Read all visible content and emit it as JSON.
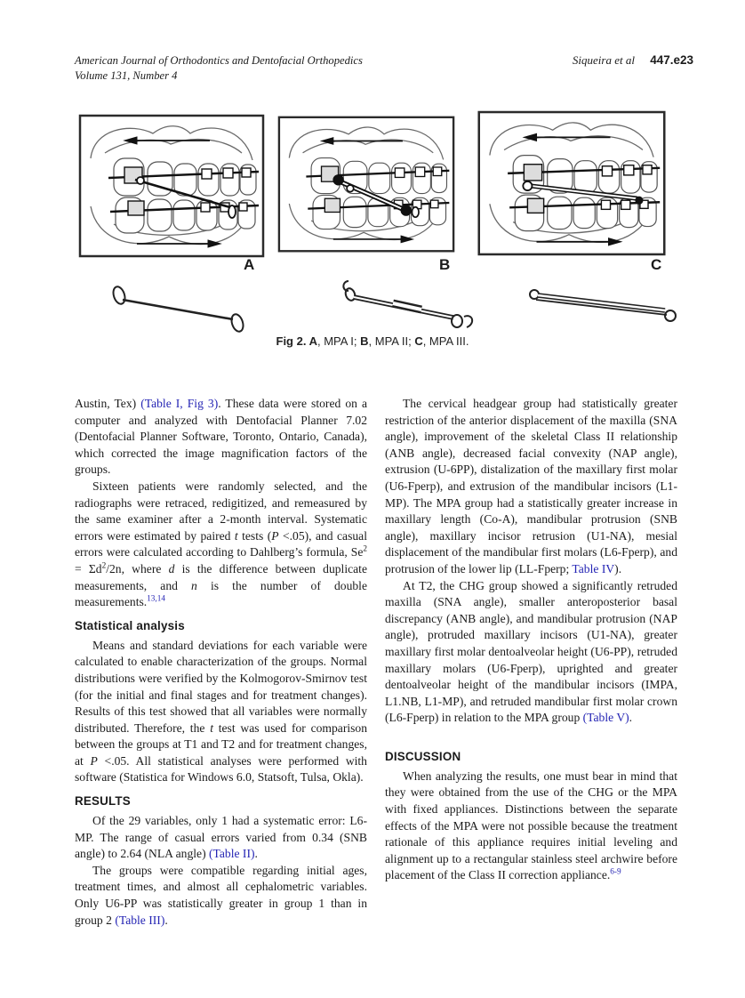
{
  "header": {
    "journal": "American Journal of Orthodontics and Dentofacial Orthopedics",
    "volume": "Volume 131, Number 4",
    "authors": "Siqueira et al",
    "page_number": "447.e23"
  },
  "figure": {
    "panels": [
      {
        "label": "A"
      },
      {
        "label": "B"
      },
      {
        "label": "C"
      }
    ],
    "appliances": [
      "mpa-i-appliance",
      "mpa-ii-appliance",
      "mpa-iii-appliance"
    ],
    "caption_segments": [
      {
        "t": "Fig 2. ",
        "s": "b"
      },
      {
        "t": "A",
        "s": "b"
      },
      {
        "t": ", MPA I; "
      },
      {
        "t": "B",
        "s": "b"
      },
      {
        "t": ", MPA II; "
      },
      {
        "t": "C",
        "s": "b"
      },
      {
        "t": ", MPA III."
      }
    ]
  },
  "colors": {
    "link": "#2424b4",
    "text": "#1b1b1b"
  },
  "article": {
    "left": {
      "p_intro": {
        "segments": [
          {
            "t": "Austin, Tex) "
          },
          {
            "t": "(Table I, Fig 3)",
            "s": "link"
          },
          {
            "t": ". These data were stored on a computer and analyzed with Dentofacial Planner 7.02 (Dentofacial Planner Software, Toronto, Ontario, Canada), which corrected the image magnification factors of the groups."
          }
        ]
      },
      "p_sixteen": {
        "segments": [
          {
            "t": "Sixteen patients were randomly selected, and the radiographs were retraced, redigitized, and remeasured by the same examiner after a 2-month interval. Systematic errors were estimated by paired "
          },
          {
            "t": "t",
            "s": "i"
          },
          {
            "t": " tests ("
          },
          {
            "t": "P",
            "s": "i"
          },
          {
            "t": " <.05), and casual errors were calculated according to Dahlberg’s formula, Se"
          },
          {
            "t": "2",
            "s": "sup"
          },
          {
            "t": " = Σd"
          },
          {
            "t": "2",
            "s": "sup"
          },
          {
            "t": "/2n, where "
          },
          {
            "t": "d",
            "s": "i"
          },
          {
            "t": " is the difference between duplicate measurements, and "
          },
          {
            "t": "n",
            "s": "i"
          },
          {
            "t": " is the number of double measurements."
          },
          {
            "t": "13,14",
            "s": "suplink"
          }
        ]
      },
      "h_statistical": "Statistical analysis",
      "p_means": {
        "segments": [
          {
            "t": "Means and standard deviations for each variable were calculated to enable characterization of the groups. Normal distributions were verified by the Kolmogorov-Smirnov test (for the initial and final stages and for treatment changes). Results of this test showed that all variables were normally distributed. Therefore, the "
          },
          {
            "t": "t",
            "s": "i"
          },
          {
            "t": " test was used for comparison between the groups at T1 and T2 and for treatment changes, at "
          },
          {
            "t": "P",
            "s": "i"
          },
          {
            "t": " <.05. All statistical analyses were performed with software (Statistica for Windows 6.0, Statsoft, Tulsa, Okla)."
          }
        ]
      },
      "h_results": "RESULTS",
      "p_results1": {
        "segments": [
          {
            "t": "Of the 29 variables, only 1 had a systematic error: L6-MP. The range of casual errors varied from 0.34 (SNB angle) to 2.64 (NLA angle) "
          },
          {
            "t": "(Table II)",
            "s": "link"
          },
          {
            "t": "."
          }
        ]
      },
      "p_results2": {
        "segments": [
          {
            "t": "The groups were compatible regarding initial ages, treatment times, and almost all cephalometric variables. Only U6-PP was statistically greater in group 1 than in group 2 "
          },
          {
            "t": "(Table III)",
            "s": "link"
          },
          {
            "t": "."
          }
        ]
      }
    },
    "right": {
      "p_cervical": {
        "segments": [
          {
            "t": "The cervical headgear group had statistically greater restriction of the anterior displacement of the maxilla (SNA angle), improvement of the skeletal Class II relationship (ANB angle), decreased facial convexity (NAP angle), extrusion (U-6PP), distalization of the maxillary first molar (U6-Fperp), and extrusion of the mandibular incisors (L1-MP). The MPA group had a statistically greater increase in maxillary length (Co-A), mandibular protrusion (SNB angle), maxillary incisor retrusion (U1-NA), mesial displacement of the mandibular first molars (L6-Fperp), and protrusion of the lower lip (LL-Fperp; "
          },
          {
            "t": "Table IV",
            "s": "link"
          },
          {
            "t": ")."
          }
        ]
      },
      "p_at_t2": {
        "segments": [
          {
            "t": "At T2, the CHG group showed a significantly retruded maxilla (SNA angle), smaller anteroposterior basal discrepancy (ANB angle), and mandibular protrusion (NAP angle), protruded maxillary incisors (U1-NA), greater maxillary first molar dentoalveolar height (U6-PP), retruded maxillary molars (U6-Fperp), uprighted and greater dentoalveolar height of the mandibular incisors (IMPA, L1.NB, L1-MP), and retruded mandibular first molar crown (L6-Fperp) in relation to the MPA group "
          },
          {
            "t": "(Table V)",
            "s": "link"
          },
          {
            "t": "."
          }
        ]
      },
      "h_discussion": "DISCUSSION",
      "p_discussion": {
        "segments": [
          {
            "t": "When analyzing the results, one must bear in mind that they were obtained from the use of the CHG or the MPA with fixed appliances. Distinctions between the separate effects of the MPA were not possible because the treatment rationale of this appliance requires initial leveling and alignment up to a rectangular stainless steel archwire before placement of the Class II correction appliance."
          },
          {
            "t": "6-9",
            "s": "suplink"
          }
        ]
      }
    }
  }
}
